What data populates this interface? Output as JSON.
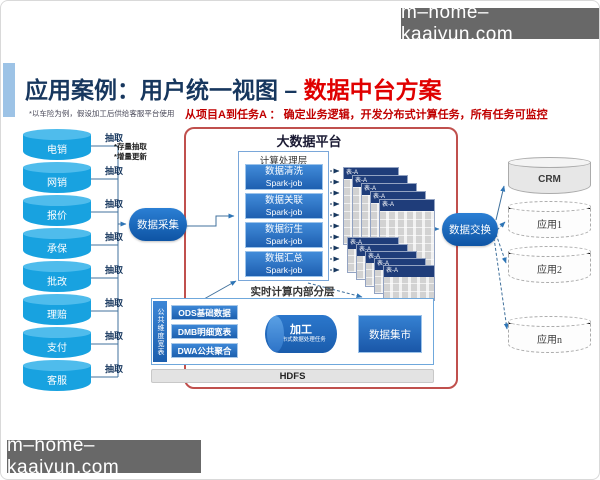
{
  "watermarks": {
    "top": "m–home–kaaiyun.com",
    "bottom": "m–home–kaaiyun.com"
  },
  "header": {
    "title_main": "应用案例：用户统一视图 – ",
    "title_accent": "数据中台方案",
    "note": "*以车险为例，假设加工后供给客服平台使用",
    "subtitle": "从项目A到任务A ： 确定业务逻辑，开发分布式计算任务，所有任务可监控"
  },
  "sources": {
    "extract_label": "抽取",
    "mode_notes": "*存量抽取\n*增量更新",
    "cylinders": [
      "电销",
      "网销",
      "报价",
      "承保",
      "批改",
      "理赔",
      "支付",
      "客服"
    ]
  },
  "pipeline": {
    "collect": "数据采集",
    "exchange": "数据交换"
  },
  "platform": {
    "title": "大数据平台",
    "compute": {
      "title": "计算处理层",
      "jobs": [
        {
          "name": "数据清洗",
          "engine": "Spark-job"
        },
        {
          "name": "数据关联",
          "engine": "Spark-job"
        },
        {
          "name": "数据衍生",
          "engine": "Spark-job"
        },
        {
          "name": "数据汇总",
          "engine": "Spark-job"
        }
      ]
    },
    "table_header": "表-A",
    "realtime": {
      "title": "实时计算内部分层",
      "side_label": "公共维度宽表",
      "layers": [
        "ODS基础数据",
        "DMB明细宽表",
        "DWA公共聚合"
      ],
      "process": {
        "name": "加工",
        "sub": "分布式数据处理任务"
      },
      "mart": "数据集市",
      "storage": "HDFS"
    }
  },
  "targets": {
    "cylinders": [
      {
        "label": "CRM",
        "style": "solid"
      },
      {
        "label": "应用1",
        "style": "dashed"
      },
      {
        "label": "应用2",
        "style": "dashed"
      },
      {
        "label": "应用n",
        "style": "dashed"
      }
    ]
  },
  "colors": {
    "title_blue": "#17375E",
    "accent_red": "#E00000",
    "subtitle_red": "#C00000",
    "source_cyan": "#18A2E0",
    "node_blue": "#1B6FC4",
    "table_header_navy": "#1F3D7A",
    "frame_red": "#C0504D",
    "watermark_gray": "#686868",
    "connector_blue": "#41719C"
  }
}
